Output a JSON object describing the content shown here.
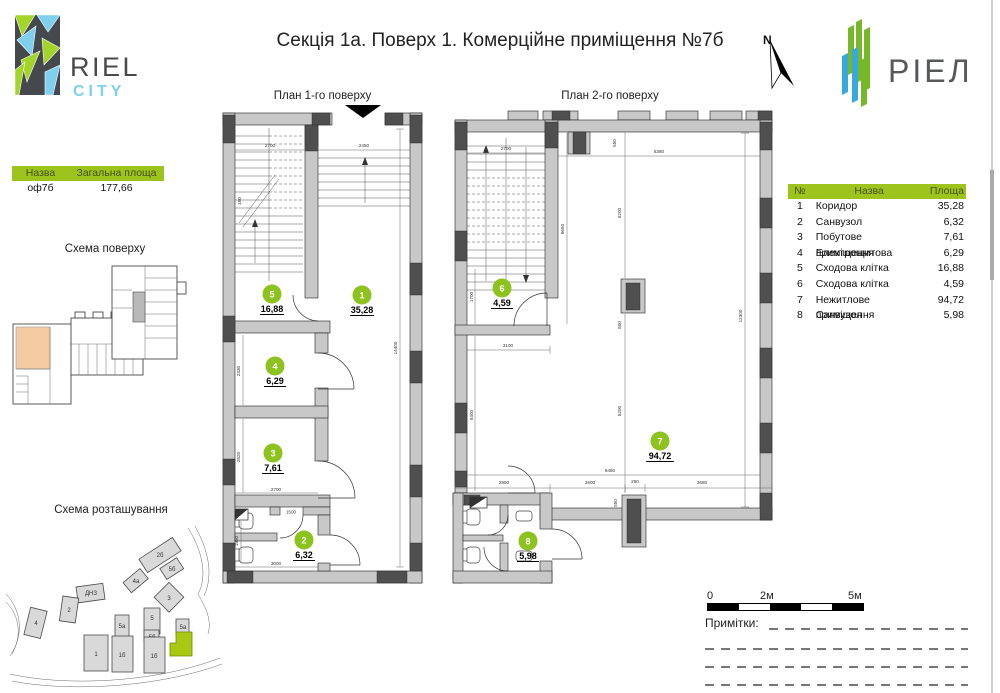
{
  "page_title": "Секція 1а. Поверх 1. Комерційне приміщення №7б",
  "logos": {
    "riel_city_top": "RIEL",
    "riel_city_bottom": "CITY",
    "riel_ua": "РІЕЛ"
  },
  "north_label": "N",
  "unit_table": {
    "headers": {
      "name": "Назва",
      "area": "Загальна площа"
    },
    "name": "оф7б",
    "area": "177,66"
  },
  "floor_scheme_title": "Схема поверху",
  "site_scheme_title": "Схема розташування",
  "plan1": {
    "title": "План 1-го поверху",
    "rooms": [
      {
        "num": "5",
        "area": "16,88"
      },
      {
        "num": "1",
        "area": "35,28"
      },
      {
        "num": "4",
        "area": "6,29"
      },
      {
        "num": "3",
        "area": "7,61"
      },
      {
        "num": "2",
        "area": "6,32"
      }
    ],
    "dims": [
      "2700",
      "2450",
      "150",
      "2330",
      "2820",
      "1950",
      "2700",
      "1500",
      "3000",
      "14400"
    ]
  },
  "plan2": {
    "title": "План 2-го поверху",
    "rooms": [
      {
        "num": "6",
        "area": "4,59"
      },
      {
        "num": "7",
        "area": "94,72"
      },
      {
        "num": "8",
        "area": "5,98"
      }
    ],
    "dims": [
      "2700",
      "550",
      "6380",
      "6650",
      "5200",
      "1700",
      "800",
      "12300",
      "3100",
      "5400",
      "5200",
      "9480",
      "2950",
      "2600",
      "250",
      "3680",
      "550"
    ]
  },
  "room_table": {
    "headers": {
      "num": "№",
      "name": "Назва",
      "area": "Площа"
    },
    "rows": [
      {
        "num": "1",
        "name": "Коридор",
        "area": "35,28"
      },
      {
        "num": "2",
        "name": "Санвузол",
        "area": "6,32"
      },
      {
        "num": "3",
        "name": "Побутове приміщення",
        "area": "7,61"
      },
      {
        "num": "4",
        "name": "Електрощитова",
        "area": "6,29"
      },
      {
        "num": "5",
        "name": "Сходова клітка",
        "area": "16,88"
      },
      {
        "num": "6",
        "name": "Сходова клітка",
        "area": "4,59"
      },
      {
        "num": "7",
        "name": "Нежитлове приміщення",
        "area": "94,72"
      },
      {
        "num": "8",
        "name": "Санвузол",
        "area": "5,98"
      }
    ]
  },
  "site_buildings": [
    "2б",
    "5б",
    "4а",
    "3",
    "ДНЗ",
    "2",
    "4",
    "5",
    "5а",
    "5б",
    "5а",
    "1",
    "1б",
    "1б"
  ],
  "scale_bar": {
    "t0": "0",
    "t2": "2м",
    "t5": "5м"
  },
  "notes_label": "Примітки:",
  "colors": {
    "accent_green": "#9dc41d",
    "marker_green": "#8dc21f",
    "unit_highlight": "#f5cba1",
    "building_highlight": "#a8c813",
    "logo_green": "#76b82a",
    "logo_blue": "#36a9e1",
    "wall_gray": "#c8c8c8",
    "pier_gray": "#4f4f4f"
  }
}
